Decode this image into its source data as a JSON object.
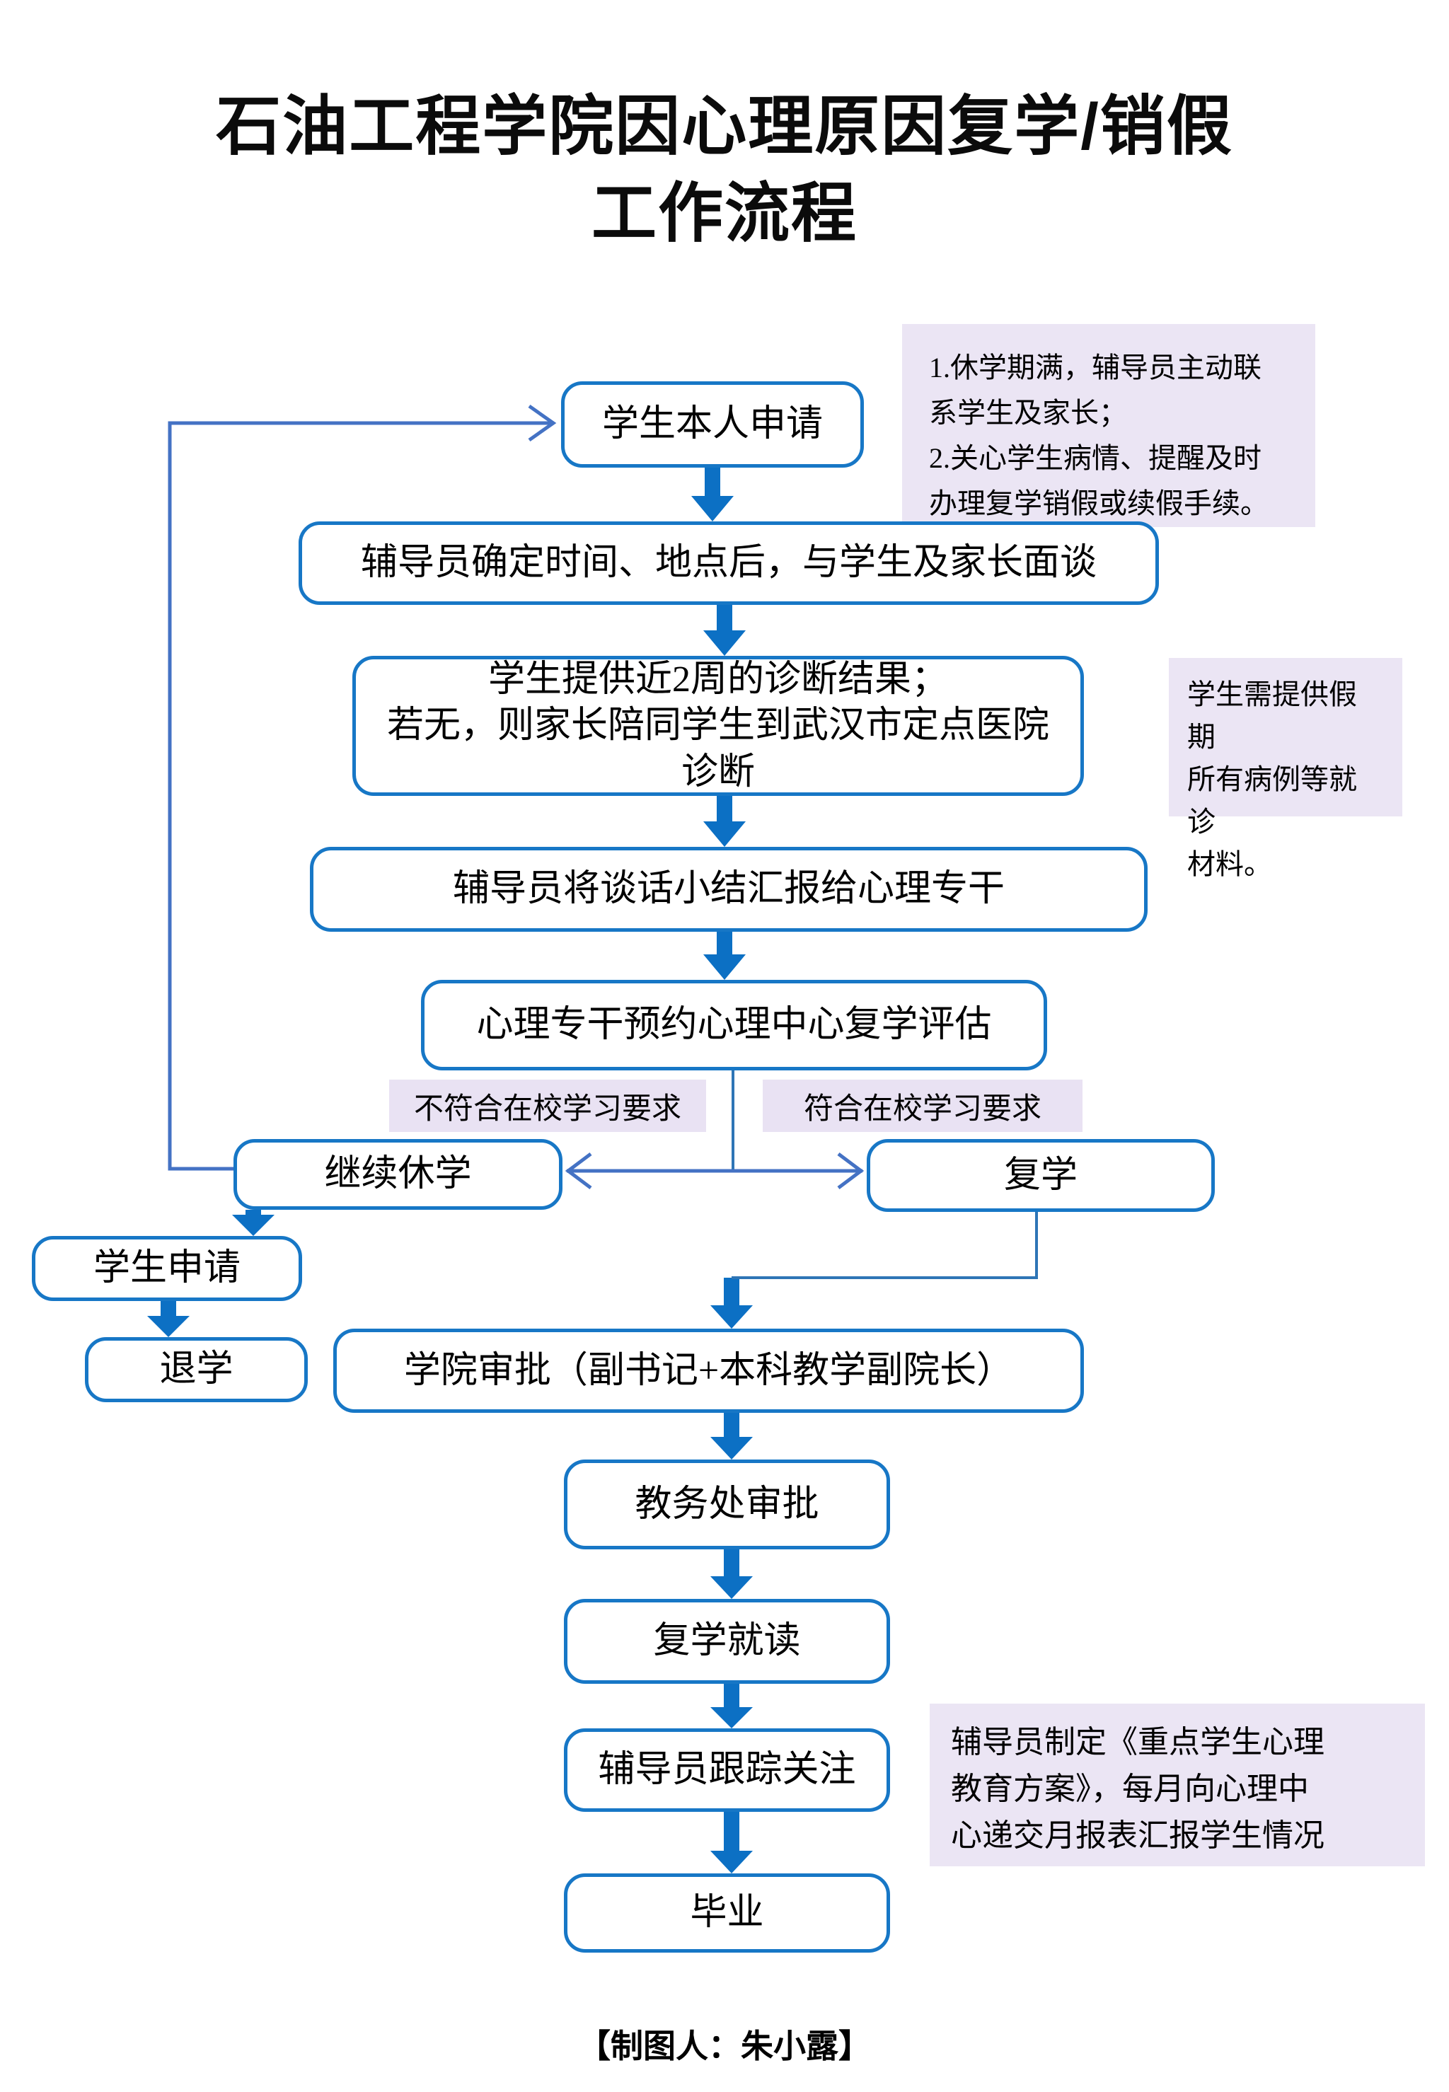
{
  "title": {
    "line1": "石油工程学院因心理原因复学/销假",
    "line2": "工作流程"
  },
  "flow": {
    "apply": "学生本人申请",
    "interview": "辅导员确定时间、地点后，与学生及家长面谈",
    "diagnosis": "学生提供近2周的诊断结果；\n若无，则家长陪同学生到武汉市定点医院\n诊断",
    "report": "辅导员将谈话小结汇报给心理专干",
    "evaluation": "心理专干预约心理中心复学评估",
    "label_fail": "不符合在校学习要求",
    "label_pass": "符合在校学习要求",
    "continue_leave": "继续休学",
    "resume": "复学",
    "student_apply": "学生申请",
    "withdraw": "退学",
    "college_approval": "学院审批（副书记+本科教学副院长）",
    "academic_approval": "教务处审批",
    "resume_study": "复学就读",
    "counselor_follow": "辅导员跟踪关注",
    "graduate": "毕业"
  },
  "annotations": {
    "note1": "1.休学期满，辅导员主动联\n系学生及家长；\n2.关心学生病情、提醒及时\n办理复学销假或续假手续。",
    "note2": "学生需提供假期\n所有病例等就诊\n材料。",
    "note3": "辅导员制定《重点学生心理\n教育方案》，每月向心理中\n心递交月报表汇报学生情况"
  },
  "caption": "【制图人：朱小露】",
  "colors": {
    "box_border": "#1777C6",
    "arrow_fill": "#0C70C4",
    "connector": "#4472C4",
    "elbow": "#2E75B6",
    "note_bg": "#EBE5F4",
    "label_bg": "#E9E2F3"
  }
}
